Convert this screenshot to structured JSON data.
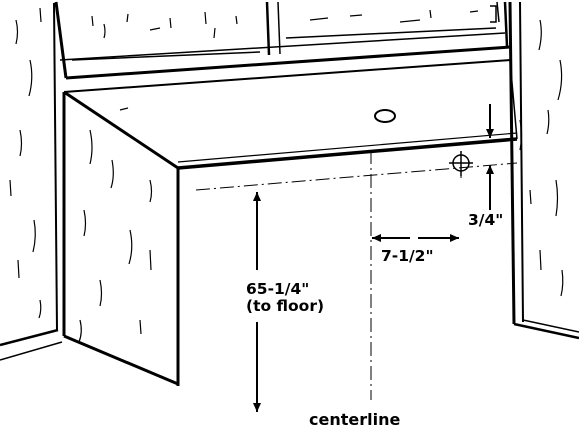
{
  "diagram": {
    "labels": {
      "height_line1": "65-1/4\"",
      "height_line2": "(to floor)",
      "horizontal_offset": "7-1/2\"",
      "vertical_offset": "3/4\"",
      "centerline": "centerline"
    },
    "colors": {
      "ink": "#000000",
      "paper": "#ffffff"
    }
  }
}
